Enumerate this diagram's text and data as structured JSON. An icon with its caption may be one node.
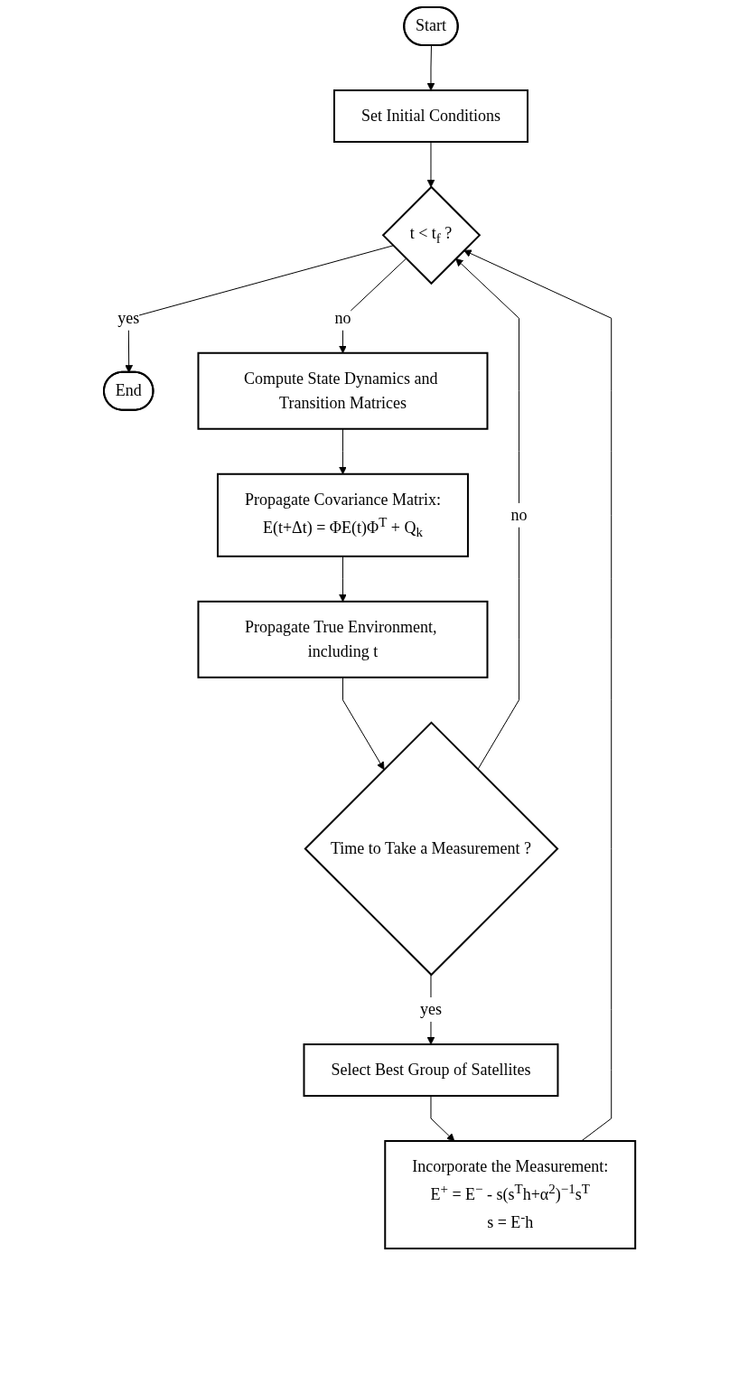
{
  "diagram": {
    "nodes": [
      {
        "text": [
          "Start"
        ]
      },
      {
        "text": [
          "Set Initial Conditions"
        ]
      },
      {
        "text": [
          "t < t$_{f}$ ?"
        ]
      },
      {
        "text": [
          "End"
        ]
      },
      {
        "text": [
          "Compute State Dynamics and Transition Matrices"
        ]
      },
      {
        "text": [
          "Propagate Covariance Matrix:",
          "E(t+Δt) = ΦE(t)Φ$^{T}$ + Q$_{k}$"
        ]
      },
      {
        "text": [
          "Propagate True Environment, including t"
        ]
      },
      {
        "text": [
          "Time to Take a Measurement ?"
        ]
      },
      {
        "text": [
          "Select Best Group of Satellites"
        ]
      },
      {
        "text": [
          "Incorporate the Measurement:",
          "E$^{+}$ = E$^{−}$ - s(s$^{T}$h+α$^{2}$)$^{−1}$s$^{T}$",
          "s = E$^{-}$h"
        ]
      }
    ],
    "edges": [
      {
        "from": 0,
        "to": 1,
        "arrow": "to"
      },
      {
        "from": 1,
        "to": 2,
        "arrow": "to"
      },
      {
        "from": 2,
        "to": 3,
        "arrow": "to",
        "label": "yes"
      },
      {
        "from": 2,
        "to": 4,
        "arrow": "to",
        "label": "no"
      },
      {
        "from": 4,
        "to": 5,
        "arrow": "to"
      },
      {
        "from": 5,
        "to": 6,
        "arrow": "to"
      },
      {
        "from": 6,
        "to": 7,
        "arrow": "to"
      },
      {
        "from": 7,
        "to": 2,
        "arrow": "to",
        "label": "no"
      },
      {
        "from": 7,
        "to": 8,
        "arrow": "to",
        "label": "yes"
      },
      {
        "from": 8,
        "to": 9,
        "arrow": "to"
      },
      {
        "from": 9,
        "to": 2,
        "arrow": "to"
      }
    ]
  }
}
